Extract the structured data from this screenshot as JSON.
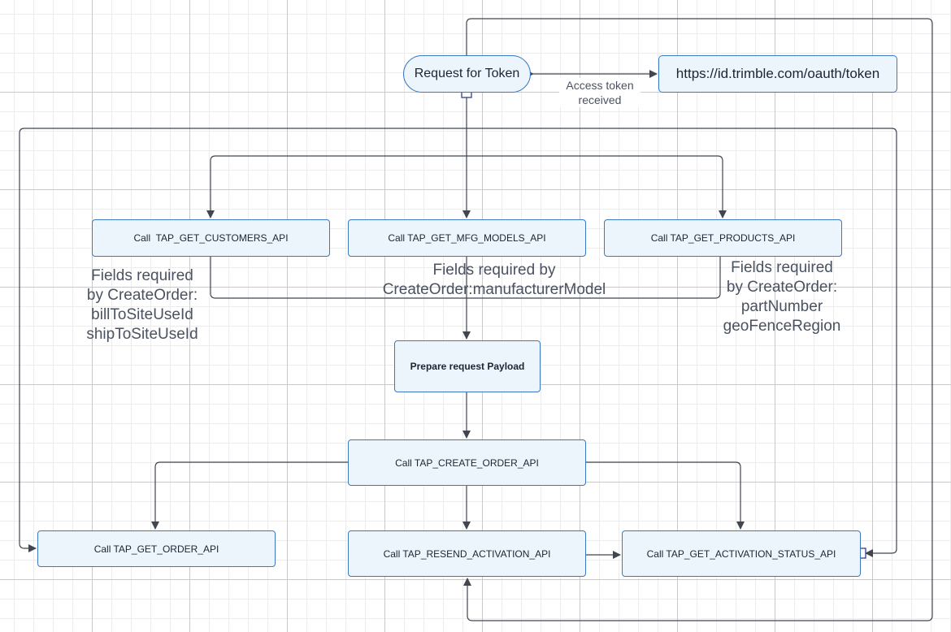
{
  "colors": {
    "node_fill": "#edf5fc",
    "node_border": "#3a78c2",
    "edge": "#3f4650",
    "text": "#1c2433",
    "note_text": "#4a5261"
  },
  "nodes": {
    "request_token": "Request for Token",
    "token_url": "https://id.trimble.com/oauth/token",
    "get_customers": "Call  TAP_GET_CUSTOMERS_API",
    "get_mfg_models": "Call TAP_GET_MFG_MODELS_API",
    "get_products": "Call TAP_GET_PRODUCTS_API",
    "prepare_payload": "Prepare request Payload",
    "create_order": "Call TAP_CREATE_ORDER_API",
    "get_order": "Call TAP_GET_ORDER_API",
    "resend_activation": "Call TAP_RESEND_ACTIVATION_API",
    "get_activation_status": "Call TAP_GET_ACTIVATION_STATUS_API"
  },
  "edge_labels": {
    "access_token": "Access token\nreceived"
  },
  "notes": {
    "customers_fields": "Fields required\nby CreateOrder:\nbillToSiteUseId\nshipToSiteUseId",
    "mfg_fields": "Fields required by\nCreateOrder:manufacturerModel",
    "products_fields": "Fields required\nby CreateOrder:\npartNumber\ngeoFenceRegion"
  }
}
